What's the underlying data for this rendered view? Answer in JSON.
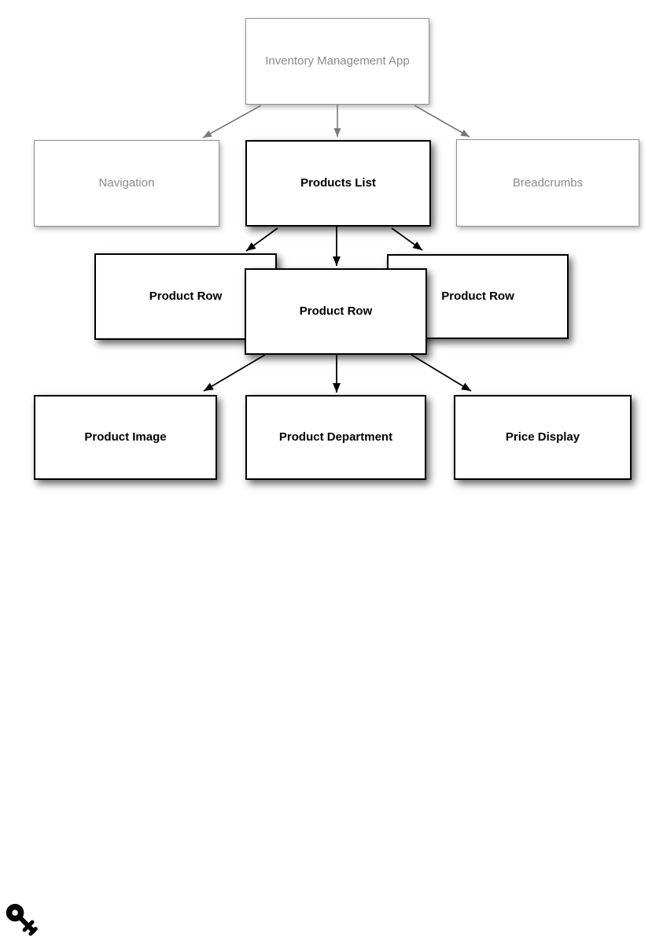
{
  "diagram": {
    "nodes": {
      "app": {
        "label": "Inventory Management App",
        "tone": "muted"
      },
      "navigation": {
        "label": "Navigation",
        "tone": "muted"
      },
      "products_list": {
        "label": "Products List",
        "tone": "strong"
      },
      "breadcrumbs": {
        "label": "Breadcrumbs",
        "tone": "muted"
      },
      "product_row_left": {
        "label": "Product Row",
        "tone": "strong"
      },
      "product_row_center": {
        "label": "Product Row",
        "tone": "strong"
      },
      "product_row_right": {
        "label": "Product Row",
        "tone": "strong"
      },
      "product_image": {
        "label": "Product Image",
        "tone": "strong"
      },
      "product_department": {
        "label": "Product Department",
        "tone": "strong"
      },
      "price_display": {
        "label": "Price Display",
        "tone": "strong"
      }
    },
    "edges": [
      {
        "from": "app",
        "to": "navigation",
        "tone": "muted"
      },
      {
        "from": "app",
        "to": "products_list",
        "tone": "muted"
      },
      {
        "from": "app",
        "to": "breadcrumbs",
        "tone": "muted"
      },
      {
        "from": "products_list",
        "to": "product_row_left",
        "tone": "strong"
      },
      {
        "from": "products_list",
        "to": "product_row_center",
        "tone": "strong"
      },
      {
        "from": "products_list",
        "to": "product_row_right",
        "tone": "strong"
      },
      {
        "from": "product_row_center",
        "to": "product_image",
        "tone": "strong"
      },
      {
        "from": "product_row_center",
        "to": "product_department",
        "tone": "strong"
      },
      {
        "from": "product_row_center",
        "to": "price_display",
        "tone": "strong"
      }
    ],
    "colors": {
      "background": "#ffffff",
      "muted_border": "#8f8f8f",
      "muted_text": "#8a8a8a",
      "muted_arrow": "#7a7a7a",
      "strong": "#000000"
    },
    "icons": {
      "footer_icon": "key-icon"
    }
  }
}
